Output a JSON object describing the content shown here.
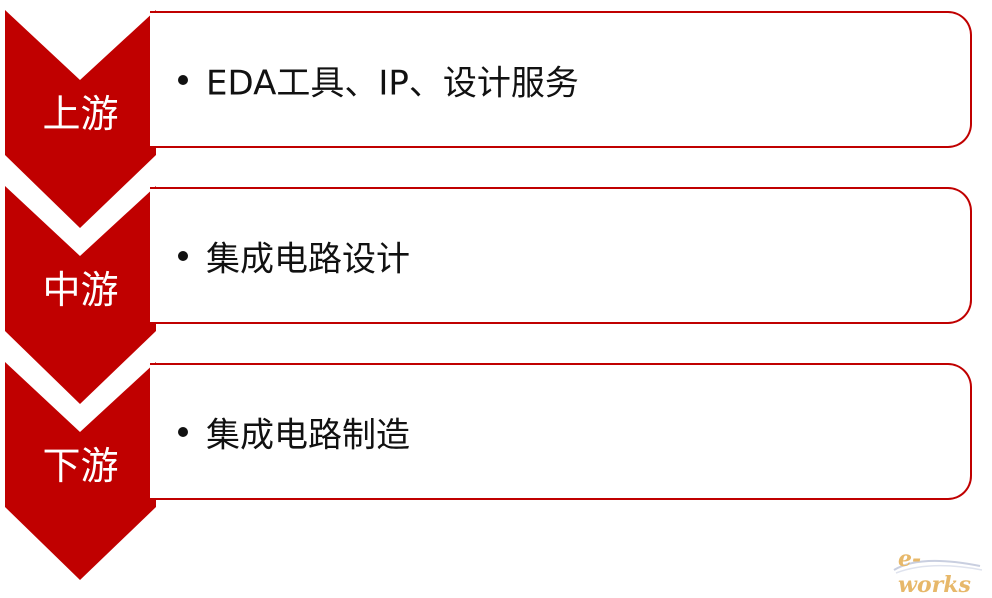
{
  "colors": {
    "accent": "#c00000",
    "card_border": "#c00000",
    "text": "#111111",
    "watermark": "#e7b86a"
  },
  "stages": [
    {
      "label": "上游",
      "item": "EDA工具、IP、设计服务"
    },
    {
      "label": "中游",
      "item": "集成电路设计"
    },
    {
      "label": "下游",
      "item": "集成电路制造"
    }
  ],
  "watermark": {
    "text": "e-works",
    "icon": "e-works-logo"
  }
}
